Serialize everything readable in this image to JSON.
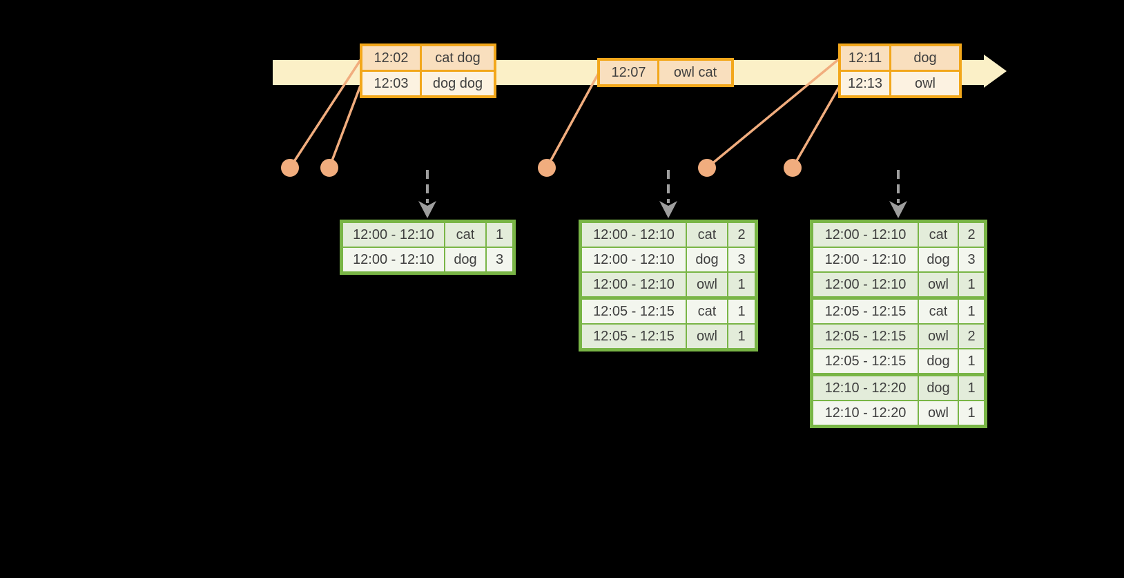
{
  "colors": {
    "background": "#000000",
    "timeline_fill": "#FBF0C7",
    "event_border": "#F2A71B",
    "event_row_dark": "#F9DFBE",
    "event_row_light": "#FCF2E1",
    "connector": "#F1AD7E",
    "trigger_arrow": "#9E9E9E",
    "result_border": "#79B546",
    "result_row_dark": "#E3ECDA",
    "result_row_light": "#F3F6EE",
    "text": "#3F3F3F"
  },
  "event_tables": [
    {
      "id": "batch-1",
      "rows": [
        {
          "time": "12:02",
          "words": "cat dog"
        },
        {
          "time": "12:03",
          "words": "dog dog"
        }
      ]
    },
    {
      "id": "batch-2",
      "rows": [
        {
          "time": "12:07",
          "words": "owl cat"
        }
      ]
    },
    {
      "id": "batch-3",
      "rows": [
        {
          "time": "12:11",
          "words": "dog"
        },
        {
          "time": "12:13",
          "words": "owl"
        }
      ]
    }
  ],
  "result_tables": [
    {
      "id": "result-1",
      "group_starts": [],
      "rows": [
        {
          "window": "12:00 - 12:10",
          "word": "cat",
          "count": "1"
        },
        {
          "window": "12:00 - 12:10",
          "word": "dog",
          "count": "3"
        }
      ]
    },
    {
      "id": "result-2",
      "group_starts": [
        3
      ],
      "rows": [
        {
          "window": "12:00 - 12:10",
          "word": "cat",
          "count": "2"
        },
        {
          "window": "12:00 - 12:10",
          "word": "dog",
          "count": "3"
        },
        {
          "window": "12:00 - 12:10",
          "word": "owl",
          "count": "1"
        },
        {
          "window": "12:05 - 12:15",
          "word": "cat",
          "count": "1"
        },
        {
          "window": "12:05 - 12:15",
          "word": "owl",
          "count": "1"
        }
      ]
    },
    {
      "id": "result-3",
      "group_starts": [
        3,
        6
      ],
      "rows": [
        {
          "window": "12:00 - 12:10",
          "word": "cat",
          "count": "2"
        },
        {
          "window": "12:00 - 12:10",
          "word": "dog",
          "count": "3"
        },
        {
          "window": "12:00 - 12:10",
          "word": "owl",
          "count": "1"
        },
        {
          "window": "12:05 - 12:15",
          "word": "cat",
          "count": "1"
        },
        {
          "window": "12:05 - 12:15",
          "word": "owl",
          "count": "2"
        },
        {
          "window": "12:05 - 12:15",
          "word": "dog",
          "count": "1"
        },
        {
          "window": "12:10 - 12:20",
          "word": "dog",
          "count": "1"
        },
        {
          "window": "12:10 - 12:20",
          "word": "owl",
          "count": "1"
        }
      ]
    }
  ]
}
